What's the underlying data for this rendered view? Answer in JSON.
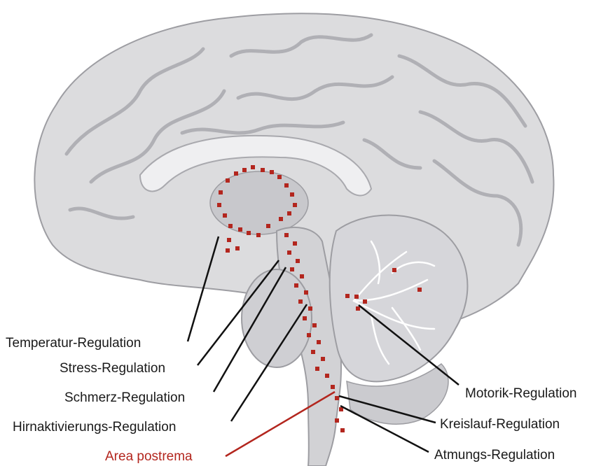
{
  "labels": {
    "temperatur": "Temperatur-Regulation",
    "stress": "Stress-Regulation",
    "schmerz": "Schmerz-Regulation",
    "hirnaktivierung": "Hirnaktivierungs-Regulation",
    "area_postrema": "Area postrema",
    "motorik": "Motorik-Regulation",
    "kreislauf": "Kreislauf-Regulation",
    "atmung": "Atmungs-Regulation"
  },
  "colors": {
    "brain_fill": "#dcdcde",
    "brain_dark": "#b9b9bd",
    "fold_line": "#a9a9ae",
    "marker": "#b3261e",
    "pointer": "#111111",
    "highlight_label": "#b3261e"
  }
}
